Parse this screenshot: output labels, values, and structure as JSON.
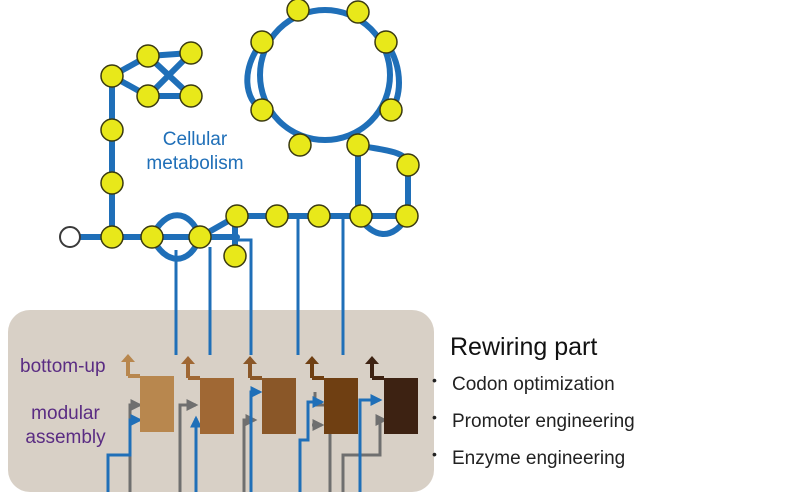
{
  "labels": {
    "metabolism_line1": "Cellular",
    "metabolism_line2": "metabolism",
    "bottom_up": "bottom-up",
    "modular_line1": "modular",
    "modular_line2": "assembly"
  },
  "rewiring": {
    "title": "Rewiring part",
    "items": [
      "Codon optimization",
      "Promoter engineering",
      "Enzyme engineering"
    ]
  },
  "colors": {
    "pathway": "#1f6fb8",
    "node_fill": "#e8e81a",
    "node_stroke": "#3a3a10",
    "panel": "#d8d0c6",
    "arrow_gray": "#6f6f6f",
    "module_colors": [
      "#b8874e",
      "#a06834",
      "#8a5728",
      "#6f3f12",
      "#3d2212"
    ]
  }
}
